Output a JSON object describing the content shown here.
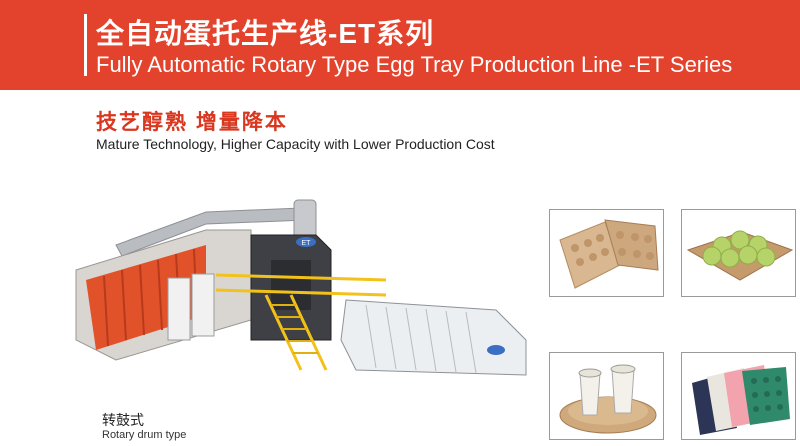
{
  "header": {
    "title_cn": "全自动蛋托生产线-ET系列",
    "title_en": "Fully Automatic Rotary Type Egg Tray Production Line -ET Series"
  },
  "subtitle": {
    "cn": "技艺醇熟  增量降本",
    "en": "Mature Technology, Higher Capacity with Lower Production Cost"
  },
  "machine": {
    "caption_cn": "转鼓式",
    "caption_en": "Rotary drum type",
    "badge": "ET",
    "icon": "production-line-illustration"
  },
  "samples": [
    {
      "icon": "egg-tray-icon"
    },
    {
      "icon": "fruit-tray-icon"
    },
    {
      "icon": "cup-holder-icon"
    },
    {
      "icon": "color-trays-icon"
    }
  ],
  "colors": {
    "banner": "#e3432c",
    "subtitle_cn": "#d9371f",
    "machine_orange": "#e2522a",
    "rail_yellow": "#f2c21a"
  }
}
